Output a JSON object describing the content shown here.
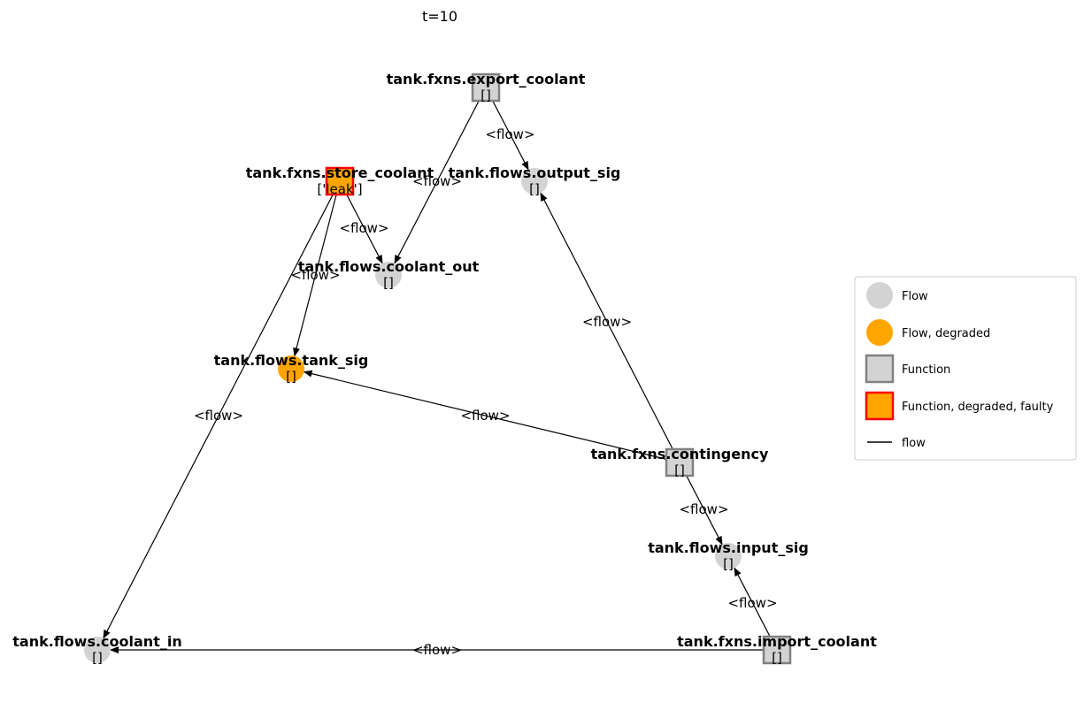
{
  "title": "t=10",
  "colors": {
    "flow": "#d3d3d3",
    "flow_degraded": "#ffa500",
    "function_fill": "#d3d3d3",
    "function_border": "#808080",
    "function_faulty_fill": "#ffa500",
    "function_faulty_border": "#ff0000",
    "edge": "#000000"
  },
  "nodes": [
    {
      "id": "export_coolant",
      "kind": "function",
      "status": "nominal",
      "label": "tank.fxns.export_coolant",
      "state": "[]"
    },
    {
      "id": "store_coolant",
      "kind": "function",
      "status": "faulty",
      "label": "tank.fxns.store_coolant",
      "state": "['leak']"
    },
    {
      "id": "output_sig",
      "kind": "flow",
      "status": "nominal",
      "label": "tank.flows.output_sig",
      "state": "[]"
    },
    {
      "id": "coolant_out",
      "kind": "flow",
      "status": "nominal",
      "label": "tank.flows.coolant_out",
      "state": "[]"
    },
    {
      "id": "tank_sig",
      "kind": "flow",
      "status": "degraded",
      "label": "tank.flows.tank_sig",
      "state": "[]"
    },
    {
      "id": "contingency",
      "kind": "function",
      "status": "nominal",
      "label": "tank.fxns.contingency",
      "state": "[]"
    },
    {
      "id": "input_sig",
      "kind": "flow",
      "status": "nominal",
      "label": "tank.flows.input_sig",
      "state": "[]"
    },
    {
      "id": "coolant_in",
      "kind": "flow",
      "status": "nominal",
      "label": "tank.flows.coolant_in",
      "state": "[]"
    },
    {
      "id": "import_coolant",
      "kind": "function",
      "status": "nominal",
      "label": "tank.fxns.import_coolant",
      "state": "[]"
    }
  ],
  "edges": [
    {
      "from": "export_coolant",
      "to": "output_sig",
      "label": "<flow>"
    },
    {
      "from": "export_coolant",
      "to": "coolant_out",
      "label": "<flow>"
    },
    {
      "from": "store_coolant",
      "to": "coolant_out",
      "label": "<flow>"
    },
    {
      "from": "store_coolant",
      "to": "tank_sig",
      "label": "<flow>"
    },
    {
      "from": "store_coolant",
      "to": "coolant_in",
      "label": "<flow>"
    },
    {
      "from": "contingency",
      "to": "output_sig",
      "label": "<flow>"
    },
    {
      "from": "contingency",
      "to": "tank_sig",
      "label": "<flow>"
    },
    {
      "from": "contingency",
      "to": "input_sig",
      "label": "<flow>"
    },
    {
      "from": "import_coolant",
      "to": "input_sig",
      "label": "<flow>"
    },
    {
      "from": "import_coolant",
      "to": "coolant_in",
      "label": "<flow>"
    }
  ],
  "legend": {
    "items": [
      {
        "shape": "circle",
        "style": "flow",
        "label": "Flow"
      },
      {
        "shape": "circle",
        "style": "flow_degraded",
        "label": "Flow, degraded"
      },
      {
        "shape": "square",
        "style": "function",
        "label": "Function"
      },
      {
        "shape": "square",
        "style": "function_faulty",
        "label": "Function, degraded, faulty"
      },
      {
        "shape": "line",
        "style": "edge",
        "label": "flow"
      }
    ]
  }
}
